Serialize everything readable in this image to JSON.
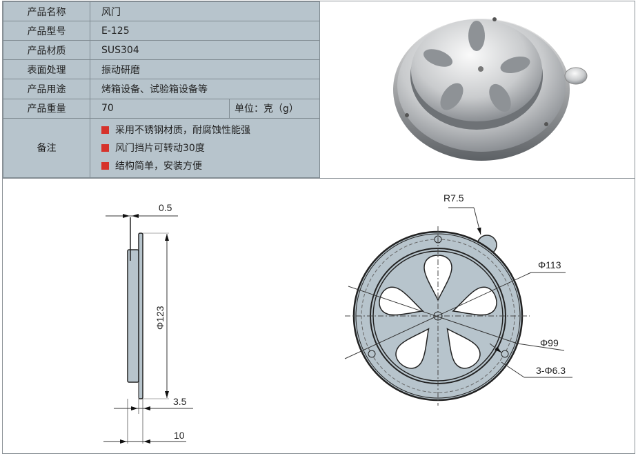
{
  "specs": {
    "rows": [
      {
        "label": "产品名称",
        "value": "风门"
      },
      {
        "label": "产品型号",
        "value": "E-125"
      },
      {
        "label": "产品材质",
        "value": "SUS304"
      },
      {
        "label": "表面处理",
        "value": "振动研磨"
      },
      {
        "label": "产品用途",
        "value": "烤箱设备、试验箱设备等"
      }
    ],
    "weight": {
      "label": "产品重量",
      "value": "70",
      "unit": "单位：克（g）"
    },
    "notes": {
      "label": "备注",
      "items": [
        "采用不锈钢材质，耐腐蚀性能强",
        "风门挡片可转动30度",
        "结构简单，安装方便"
      ]
    }
  },
  "drawing": {
    "side": {
      "thickness_top": "0.5",
      "diameter": "Φ123",
      "flange": "3.5",
      "depth": "10"
    },
    "front": {
      "knob_radius": "R7.5",
      "outer_dia": "Φ113",
      "inner_dia": "Φ99",
      "holes": "3-Φ6.3"
    }
  },
  "colors": {
    "table_bg": "#b7c4cc",
    "bullet": "#d6322b",
    "part_fill": "#b7c4cc"
  }
}
